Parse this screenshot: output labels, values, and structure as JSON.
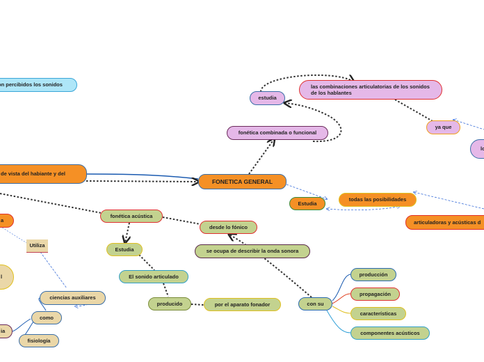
{
  "nodes": {
    "son_percibidos": "on percibidos los sonidos",
    "estudia_top": "estudia",
    "combinaciones": "las combinaciones articulatorias de los sonidos de los hablantes",
    "fonetica_combinada": "fonética combinada o funcional",
    "ya_que": "ya que",
    "right_purple": "lo e",
    "punto_vista": "de vista del habiante y del",
    "fonetica_general": "FONETICA GENERAL",
    "estudia_mid": "Estudia",
    "todas_posibilidades": "todas las posibilidades",
    "articuladoras": "articuladoras y acústicas d",
    "left_orange_small": "a",
    "fonetica_acustica": "fonética acústica",
    "utiliza": "Utiliza",
    "desde_fonico": "desde lo fónico",
    "estudia_green": "Estudia",
    "se_ocupa": "se ocupa de describir la onda sonora",
    "left_tan_big": "l",
    "sonido_articulado": "El sonido articulado",
    "ciencias_auxiliares": "ciencias auxiliares",
    "produccion": "producción",
    "propagacion": "propagación",
    "producido": "producido",
    "por_aparato": "por el aparato fonador",
    "con_su": "con su",
    "como": "como",
    "caracteristicas": "características",
    "left_tan_bottom": "ia",
    "fisiologia": "fisiología",
    "componentes": "componentes acústicos"
  },
  "colors": {
    "orange": "#f59025",
    "purple": "#e5b8e8",
    "green": "#c3d28f",
    "cyan": "#aee6f8",
    "tan": "#ead7a8",
    "connector_dark": "#333333",
    "connector_blue": "#2a6ab0"
  }
}
